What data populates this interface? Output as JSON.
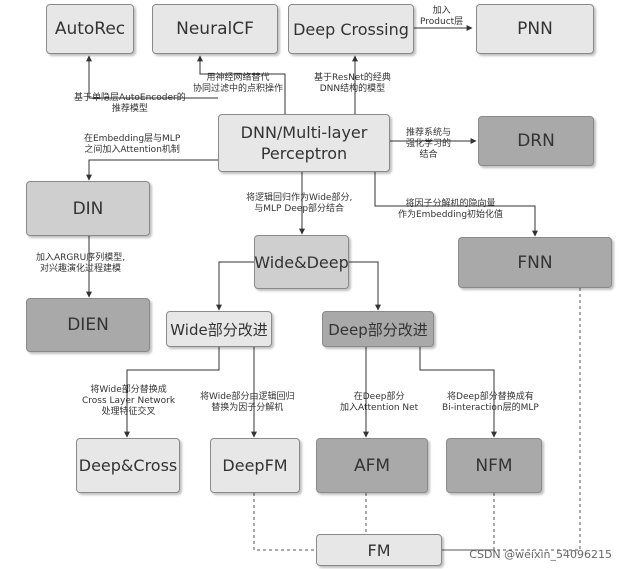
{
  "nodes": {
    "autorec": "AutoRec",
    "neuralcf": "NeuralCF",
    "deepcrossing": "Deep Crossing",
    "pnn": "PNN",
    "dnn_line1": "DNN/Multi-layer",
    "dnn_line2": "Perceptron",
    "drn": "DRN",
    "din": "DIN",
    "dien": "DIEN",
    "widedeep": "Wide&Deep",
    "fnn": "FNN",
    "wide_improve": "Wide部分改进",
    "deep_improve": "Deep部分改进",
    "deepcross": "Deep&Cross",
    "deepfm": "DeepFM",
    "afm": "AFM",
    "nfm": "NFM",
    "fm": "FM"
  },
  "edge_labels": {
    "autorec_l1": "基于单隐层AutoEncoder的",
    "autorec_l2": "推荐模型",
    "neuralcf_l1": "用神经网络替代",
    "neuralcf_l2": "协同过滤中的点积操作",
    "deepcrossing_l1": "基于ResNet的经典",
    "deepcrossing_l2": "DNN结构的模型",
    "pnn_l1": "加入",
    "pnn_l2": "Product层",
    "din_l1": "在Embedding层与MLP",
    "din_l2": "之间加入Attention机制",
    "drn_l1": "推荐系统与",
    "drn_l2": "强化学习的",
    "drn_l3": "结合",
    "widedeep_l1": "将逻辑回归作为Wide部分,",
    "widedeep_l2": "与MLP Deep部分结合",
    "fnn_l1": "将因子分解机的隐向量",
    "fnn_l2": "作为Embedding初始化值",
    "dien_l1": "加入ARGRU序列模型,",
    "dien_l2": "对兴趣演化过程建模",
    "deepcross_l1": "将Wide部分替换成",
    "deepcross_l2": "Cross Layer Network",
    "deepcross_l3": "处理特征交叉",
    "deepfm_l1": "将Wide部分由逻辑回归",
    "deepfm_l2": "替换为因子分解机",
    "afm_l1": "在Deep部分",
    "afm_l2": "加入Attention Net",
    "nfm_l1": "将Deep部分替换成有",
    "nfm_l2": "Bi-interaction层的MLP"
  },
  "watermark": "CSDN @weixin_54096215",
  "colors": {
    "light": "#e7e7e7",
    "mid": "#cfcfcf",
    "dark": "#a9a9a9",
    "stroke": "#8a8a8a",
    "text": "#333333"
  }
}
